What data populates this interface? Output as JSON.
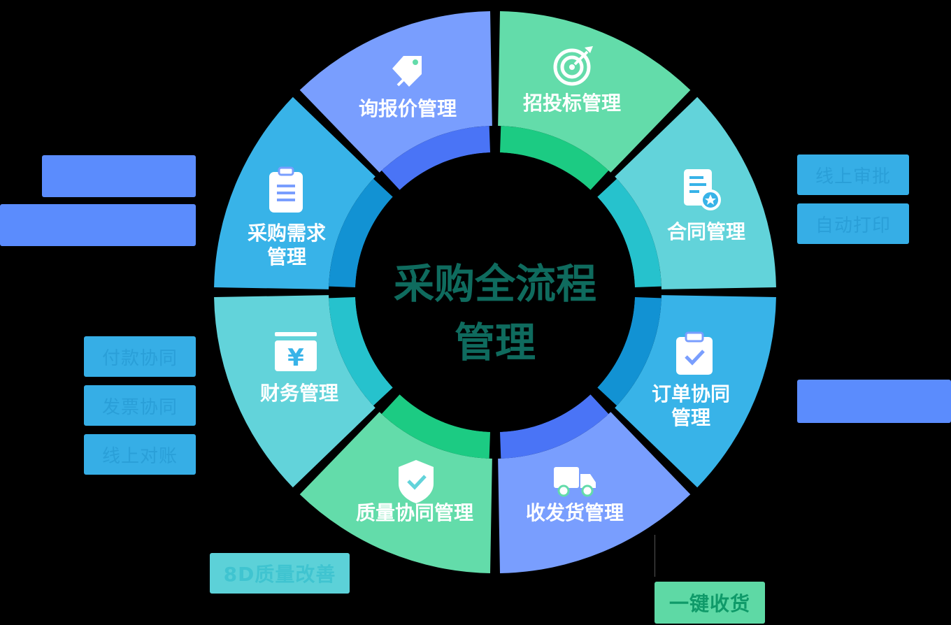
{
  "center": {
    "line1": "采购全流程",
    "line2": "管理"
  },
  "segments": [
    {
      "id": "inquiry",
      "label": [
        "询报价管理"
      ],
      "icon": "price-tag-icon",
      "color": "#63dcaa",
      "inner": "#1ccb83"
    },
    {
      "id": "bidding",
      "label": [
        "招投标管理"
      ],
      "icon": "target-icon",
      "color": "#62d3da",
      "inner": "#26c2cd"
    },
    {
      "id": "contract",
      "label": [
        "合同管理"
      ],
      "icon": "contract-icon",
      "color": "#38b3e8",
      "inner": "#1292d3"
    },
    {
      "id": "order",
      "label": [
        "订单协同",
        "管理"
      ],
      "icon": "clipboard-check-icon",
      "color": "#799efe",
      "inner": "#4a74f6"
    },
    {
      "id": "delivery",
      "label": [
        "收发货管理"
      ],
      "icon": "truck-icon",
      "color": "#63dcaa",
      "inner": "#1ccb83"
    },
    {
      "id": "quality",
      "label": [
        "质量协同管理"
      ],
      "icon": "shield-check-icon",
      "color": "#62d3da",
      "inner": "#26c2cd"
    },
    {
      "id": "finance",
      "label": [
        "财务管理"
      ],
      "icon": "yuan-icon",
      "color": "#38b3e8",
      "inner": "#1292d3"
    },
    {
      "id": "demand",
      "label": [
        "采购需求",
        "管理"
      ],
      "icon": "clipboard-list-icon",
      "color": "#799efe",
      "inner": "#4a74f6"
    }
  ],
  "side_tags": {
    "approval": "线上审批",
    "auto_print": "自动打印",
    "payment": "付款协同",
    "invoice": "发票协同",
    "reconcile": "线上对账",
    "quality_8d": "8D质量改善",
    "receipt": "一键收货"
  },
  "colors": {
    "center_text": "#0f6b5e",
    "white": "#ffffff",
    "background": "#000000"
  }
}
